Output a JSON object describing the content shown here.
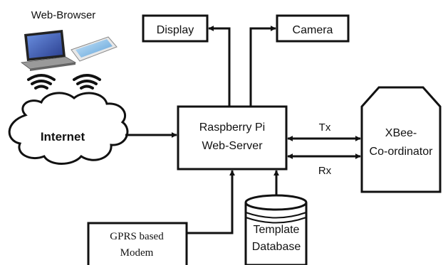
{
  "labels": {
    "web_browser": "Web-Browser",
    "display": "Display",
    "camera": "Camera",
    "internet": "Internet",
    "raspberry_line1": "Raspberry Pi",
    "raspberry_line2": "Web-Server",
    "tx": "Tx",
    "rx": "Rx",
    "xbee_line1": "XBee-",
    "xbee_line2": "Co-ordinator",
    "gprs_line1": "GPRS based",
    "gprs_line2": "Modem",
    "template_line1": "Template",
    "template_line2": "Database"
  },
  "icons": {
    "laptop": "laptop-icon",
    "phone": "smartphone-icon",
    "wifi": "wifi-signal-icon"
  },
  "colors": {
    "stroke": "#111111",
    "laptop_screen": "#3a5bb8",
    "phone_screen": "#8fc3ea"
  }
}
